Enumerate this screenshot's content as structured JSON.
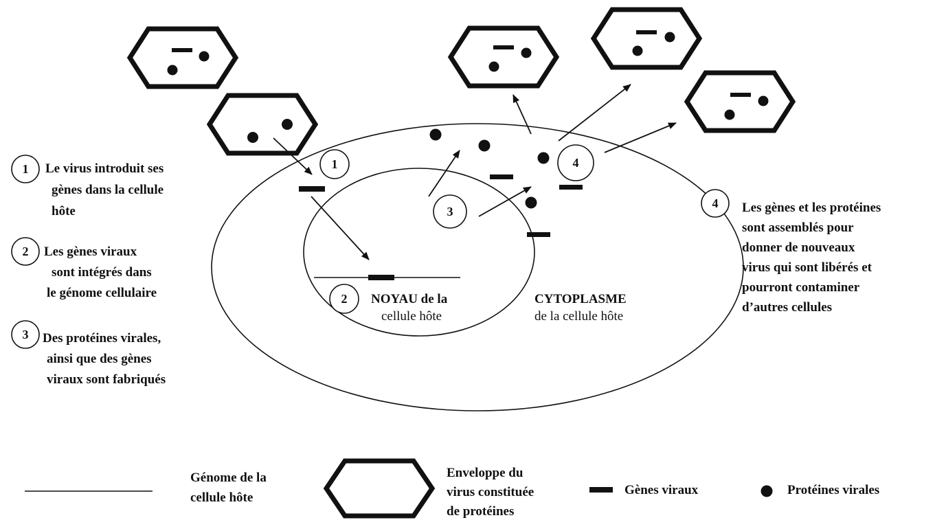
{
  "steps": [
    {
      "number": "1",
      "lines": [
        "Le virus introduit ses",
        "gènes dans la cellule",
        "hôte"
      ]
    },
    {
      "number": "2",
      "lines": [
        "Les gènes viraux",
        "sont intégrés dans",
        "le génome cellulaire"
      ]
    },
    {
      "number": "3",
      "lines": [
        "Des protéines virales,",
        "ainsi que des gènes",
        "viraux sont fabriqués"
      ]
    },
    {
      "number": "4",
      "lines": [
        "Les gènes et les protéines",
        "sont assemblés pour",
        "donner de nouveaux",
        "virus qui sont libérés et",
        "pourront contaminer",
        "d’autres cellules"
      ]
    }
  ],
  "nucleus": {
    "lines": [
      "NOYAU de la",
      "cellule hôte"
    ]
  },
  "cytoplasm": {
    "lines": [
      "CYTOPLASME",
      "de la cellule hôte"
    ]
  },
  "legend": {
    "genome": [
      "Génome de la",
      "cellule hôte"
    ],
    "envelope": [
      "Enveloppe du",
      "virus constituée",
      "de protéines"
    ],
    "genes": "Gènes viraux",
    "proteins": "Protéines virales"
  },
  "colors": {
    "ink": "#111111",
    "background": "#ffffff"
  }
}
